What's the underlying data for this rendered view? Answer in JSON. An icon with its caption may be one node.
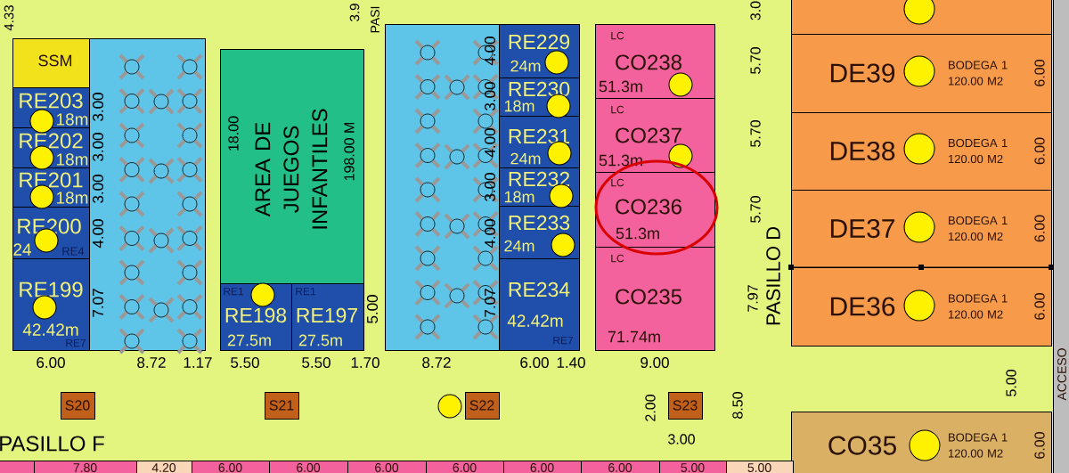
{
  "diagram": {
    "nodes": [
      {
        "text": [
          "SSM"
        ]
      },
      {
        "text": [
          "RE203",
          "18m"
        ]
      },
      {
        "text": [
          "RE202",
          "18m"
        ]
      },
      {
        "text": [
          "RE201",
          "18m"
        ]
      },
      {
        "text": [
          "RE200",
          "24",
          "RE4"
        ]
      },
      {
        "text": [
          "RE199",
          "42.42m",
          "RE7"
        ]
      },
      {
        "text": [],
        "shape": "box"
      },
      {
        "text": [
          "18.00",
          "AREA DE JUEGOS INFANTILES",
          "198.00 M"
        ]
      },
      {
        "text": [
          "RE1",
          "RE198",
          "27.5m"
        ]
      },
      {
        "text": [
          "RE1",
          "RE197",
          "27.5m"
        ]
      },
      {
        "text": [],
        "shape": "box"
      },
      {
        "text": [
          "RE229",
          "24m"
        ]
      },
      {
        "text": [
          "RE230",
          "18m"
        ]
      },
      {
        "text": [
          "RE231",
          "24m"
        ]
      },
      {
        "text": [
          "RE232",
          "18m"
        ]
      },
      {
        "text": [
          "RE233",
          "24m"
        ]
      },
      {
        "text": [
          "RE234",
          "42.42m",
          "RE7"
        ]
      },
      {
        "text": [
          "LC",
          "CO238",
          "51.3m"
        ]
      },
      {
        "text": [
          "LC",
          "CO237",
          "51.3m"
        ]
      },
      {
        "text": [
          "LC",
          "CO236",
          "51.3m"
        ]
      },
      {
        "text": [
          "LC",
          "CO235",
          "71.74m"
        ]
      },
      {
        "text": [],
        "shape": "box"
      },
      {
        "text": [
          "DE39",
          "BODEGA 1 120.00 M2",
          "6.00"
        ]
      },
      {
        "text": [
          "DE38",
          "BODEGA 1 120.00 M2",
          "6.00"
        ]
      },
      {
        "text": [
          "DE37",
          "BODEGA 1 120.00 M2",
          "6.00"
        ]
      },
      {
        "text": [
          "DE36",
          "BODEGA 1 120.00 M2",
          "6.00"
        ]
      },
      {
        "text": [
          "S20"
        ]
      },
      {
        "text": [
          "S21"
        ]
      },
      {
        "text": [
          "S22"
        ]
      },
      {
        "text": [
          "S23"
        ]
      },
      {
        "text": [
          "CO35",
          "BODEGA 1 120.00 M2",
          "6.00"
        ]
      },
      {
        "text": [
          "ACCESO"
        ]
      },
      {
        "text": [],
        "shape": "box"
      },
      {
        "text": [
          "7.80"
        ]
      },
      {
        "text": [
          "4.20"
        ]
      },
      {
        "text": [
          "6.00"
        ]
      },
      {
        "text": [
          "6.00"
        ]
      },
      {
        "text": [
          "6.00"
        ]
      },
      {
        "text": [
          "6.00"
        ]
      },
      {
        "text": [
          "6.00"
        ]
      },
      {
        "text": [
          "6.00"
        ]
      },
      {
        "text": [
          "5.00"
        ]
      },
      {
        "text": [
          "5.00"
        ]
      }
    ],
    "labels": [
      "4.33",
      "3.00",
      "3.00",
      "3.00",
      "4.00",
      "7.07",
      "3.9",
      "PASI",
      "5.00",
      "4.00",
      "3.00",
      "4.00",
      "3.00",
      "4.00",
      "7.07",
      "3.0",
      "5.70",
      "5.70",
      "5.70",
      "7.97",
      "PASILLO D",
      "6.00",
      "8.72",
      "1.17",
      "5.50",
      "5.50",
      "1.70",
      "8.72",
      "6.00",
      "1.40",
      "9.00",
      "2.00",
      "8.50",
      "5.00",
      "3.00",
      "PASILLO F"
    ]
  }
}
